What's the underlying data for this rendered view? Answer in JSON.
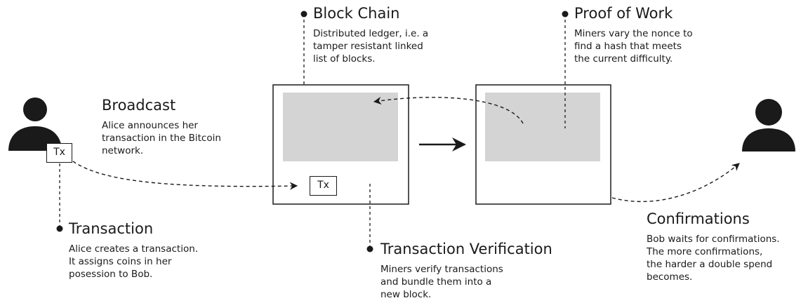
{
  "labels": {
    "blockchain": {
      "title": "Block Chain",
      "desc": "Distributed ledger, i.e. a\ntamper resistant linked\nlist of blocks."
    },
    "pow": {
      "title": "Proof of Work",
      "desc": "Miners vary the nonce to\nfind a hash that meets\nthe current difficulty."
    },
    "broadcast": {
      "title": "Broadcast",
      "desc": "Alice announces her\ntransaction in the Bitcoin\nnetwork."
    },
    "transaction": {
      "title": "Transaction",
      "desc": "Alice creates a transaction.\nIt assigns coins in her\nposession to Bob."
    },
    "verification": {
      "title": "Transaction Verification",
      "desc": "Miners verify transactions\nand bundle them into a\nnew block."
    },
    "confirmations": {
      "title": "Confirmations",
      "desc": "Bob waits for confirmations.\nThe more confirmations,\nthe harder a double spend\nbecomes."
    }
  },
  "tx_label": "Tx",
  "colors": {
    "ink": "#1a1a1a",
    "block_fill": "#d4d4d4"
  },
  "icons": [
    "user-icon-alice",
    "user-icon-bob"
  ]
}
